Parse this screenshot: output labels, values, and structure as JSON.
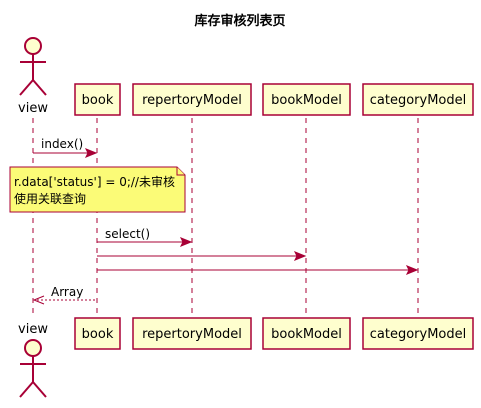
{
  "title": "库存审核列表页",
  "participants": {
    "view": "view",
    "book": "book",
    "repertoryModel": "repertoryModel",
    "bookModel": "bookModel",
    "categoryModel": "categoryModel"
  },
  "messages": {
    "m1": "index()",
    "m2": "select()",
    "m3": "",
    "m4": "",
    "m5": "Array"
  },
  "note": {
    "line1": "r.data['status'] = 0;//未审核",
    "line2": "使用关联查询"
  },
  "colors": {
    "border": "#A80036",
    "participant_fill": "#FEFECE",
    "note_fill": "#FBFB77"
  }
}
